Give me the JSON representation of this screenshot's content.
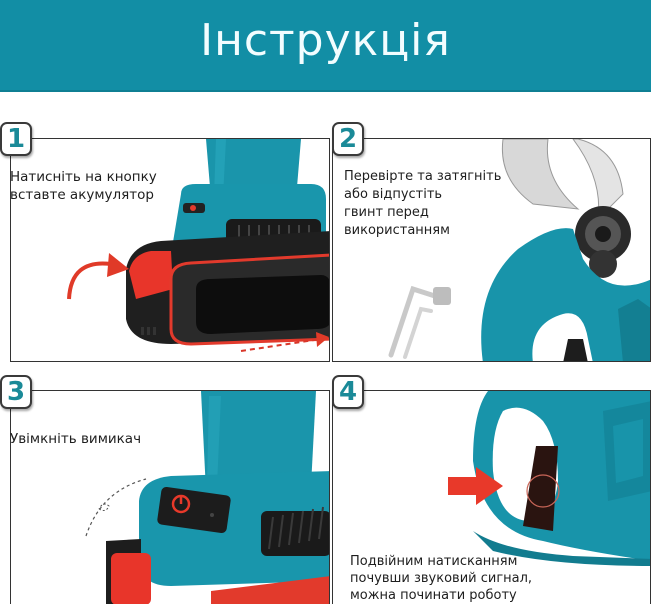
{
  "header": {
    "title": "Інструкція",
    "background": "#128ea5"
  },
  "steps": [
    {
      "number": "1",
      "lines": [
        "Натисніть на кнопку",
        "вставте акумулятор"
      ],
      "image": "drill-battery-insert-illustration"
    },
    {
      "number": "2",
      "lines": [
        "Перевірте та затягніть",
        "або відпустіть",
        "гвинт перед",
        "використанням"
      ],
      "image": "pruner-blade-hex-key-illustration"
    },
    {
      "number": "3",
      "lines": [
        "Увімкніть вимикач"
      ],
      "image": "power-switch-illustration"
    },
    {
      "number": "4",
      "lines": [
        "Подвійним натисканням",
        "почувши звуковий сигнал,",
        "можна починати роботу"
      ],
      "image": "trigger-double-press-illustration"
    }
  ],
  "colors": {
    "teal": "#1a95ab",
    "teal_dark": "#0f6f80",
    "red": "#e8392a",
    "black": "#1d1d1d",
    "badge_text": "#1a8a98"
  }
}
